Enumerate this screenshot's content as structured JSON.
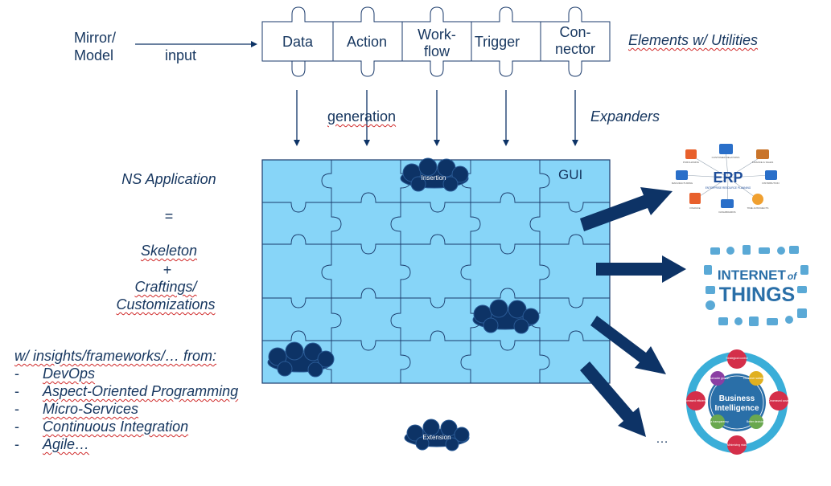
{
  "top": {
    "mirror_model": [
      "Mirror/",
      "Model"
    ],
    "input": "input",
    "elements": [
      "Data",
      "Action",
      "Work-\nflow",
      "Trigger",
      "Con-\nnector"
    ],
    "elements_label": "Elements w/ Utilities",
    "generation": "generation",
    "expanders": "Expanders"
  },
  "left": {
    "ns_application": "NS Application",
    "equals": "=",
    "skeleton": "Skeleton",
    "plus": "+",
    "craftings": "Craftings/",
    "customizations": "Customizations",
    "insights_heading": "w/ insights/frameworks/… from:",
    "insights": [
      "DevOps",
      "Aspect-Oriented Programming",
      "Micro-Services",
      "Continuous Integration",
      "Agile…"
    ]
  },
  "grid": {
    "gui": "GUI",
    "insertion": "Insertion",
    "extension": "Extension"
  },
  "right": {
    "ellipsis": "…",
    "erp_logo": "ERP",
    "erp_sub": "ENTERPRISE RESOURCE PLANNING",
    "erp_items": [
      "PURCHASING",
      "CUSTOMER RELATIONS",
      "FINANCE & SALES",
      "MANUFACTURING",
      "DISTRIBUTION",
      "FINANCE",
      "DASHBOARDS",
      "TIME & PROJECTS"
    ],
    "iot_logo": [
      "INTERNET",
      "of",
      "THINGS"
    ],
    "bi_logo": [
      "Business",
      "Intelligence"
    ],
    "bi_items": [
      "Strategical control",
      "Decreased costs",
      "Increased efficiency",
      "Minimizing risks",
      "Data transparency",
      "Better decisions",
      "Sustainable growth",
      "Customer satisfaction"
    ]
  },
  "colors": {
    "text": "#16365f",
    "piece_fill": "#87d5f8",
    "piece_line": "#1a3a6b",
    "arrow": "#0d3366",
    "cloud": "#0d3366"
  }
}
